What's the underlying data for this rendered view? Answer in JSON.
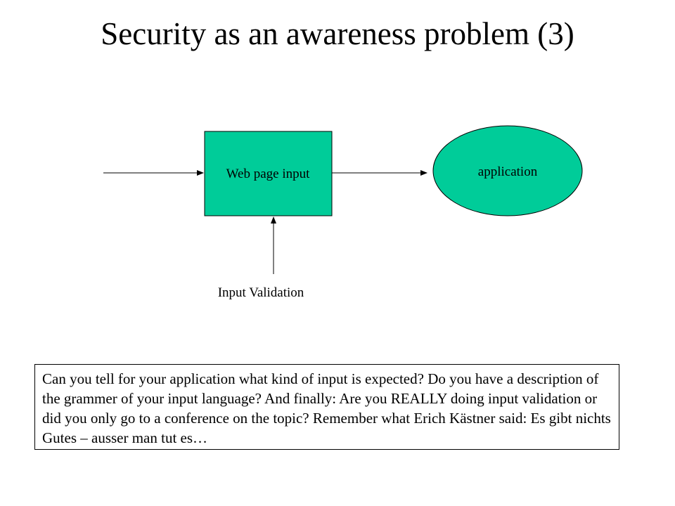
{
  "slide": {
    "title": "Security as an awareness problem (3)"
  },
  "diagram": {
    "box_label": "Web page input",
    "ellipse_label": "application",
    "validation_label": "Input Validation",
    "colors": {
      "shape_fill": "#00CC99",
      "stroke": "#000000"
    }
  },
  "note": {
    "text": "Can you tell for your application what kind of input is expected? Do you have a description of the grammer of your input language? And finally: Are you REALLY doing input validation or did you only go to a conference on the topic? Remember what Erich Kästner said: Es gibt nichts Gutes – ausser man tut es…"
  }
}
